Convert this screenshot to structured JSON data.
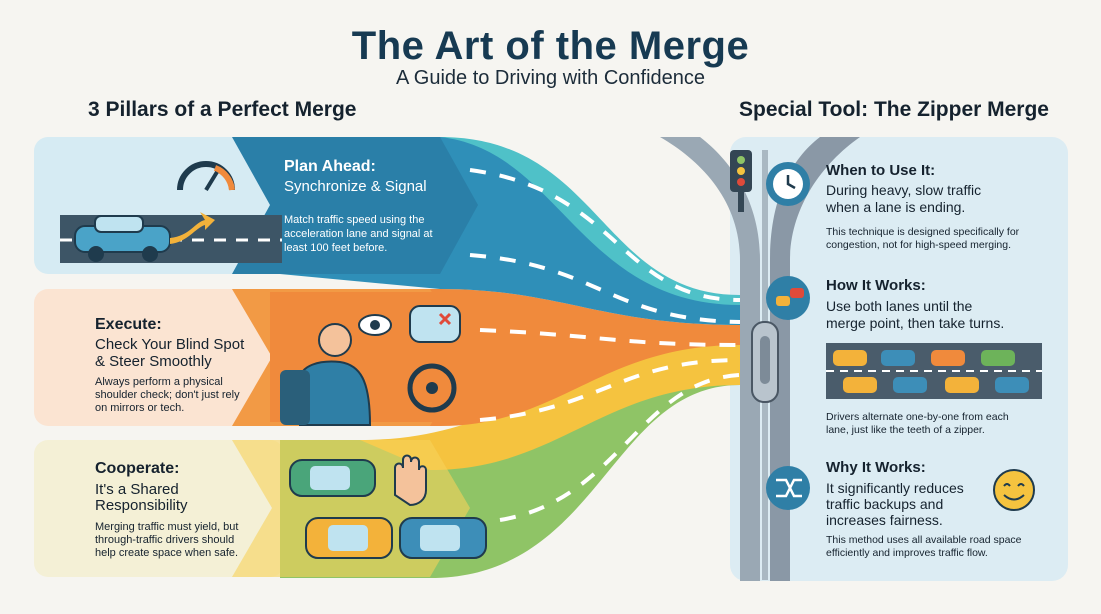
{
  "header": {
    "title": "The Art of the Merge",
    "subtitle": "A Guide to Driving with Confidence"
  },
  "left_heading": "3 Pillars of a Perfect Merge",
  "right_heading": "Special Tool: The Zipper Merge",
  "pillars": [
    {
      "title": "Plan Ahead:",
      "subtitle": "Synchronize & Signal",
      "body": [
        "Match traffic speed using the",
        "acceleration lane and signal at",
        "least 100 feet before."
      ]
    },
    {
      "title": "Execute:",
      "subtitle": [
        "Check Your Blind Spot",
        "& Steer Smoothly"
      ],
      "body": [
        "Always perform a physical",
        "shoulder check; don't just rely",
        "on mirrors or tech."
      ]
    },
    {
      "title": "Cooperate:",
      "subtitle": [
        "It's a Shared",
        "Responsibility"
      ],
      "body": [
        "Merging traffic must yield, but",
        "through-traffic drivers should",
        "help create space when safe."
      ]
    }
  ],
  "zipper": [
    {
      "title": "When to Use It:",
      "lead": [
        "During heavy, slow traffic",
        "when a lane is ending."
      ],
      "note": [
        "This technique is designed specifically for",
        "congestion, not for high-speed merging."
      ],
      "icon": "clock-icon"
    },
    {
      "title": "How It Works:",
      "lead": [
        "Use both lanes until the",
        "merge point, then take turns."
      ],
      "note": [
        "Drivers alternate one-by-one from each",
        "lane, just like the teeth of a zipper."
      ],
      "icon": "merging-cars-icon"
    },
    {
      "title": "Why It Works:",
      "lead": [
        "It significantly reduces",
        "traffic backups and",
        "increases fairness."
      ],
      "note": [
        "This method uses all available road space",
        "efficiently and improves traffic flow."
      ],
      "icon": "shuffle-icon"
    }
  ],
  "colors": {
    "title": "#173a52",
    "blue_band": "#2f8fb8",
    "orange_band": "#f08a3c",
    "yellow_band": "#f5c33f",
    "green_band": "#8fc466",
    "teal_road": "#4fc1c8",
    "zipper_gray": "#9aa8b4",
    "panel_blue": "#dcecf3"
  }
}
